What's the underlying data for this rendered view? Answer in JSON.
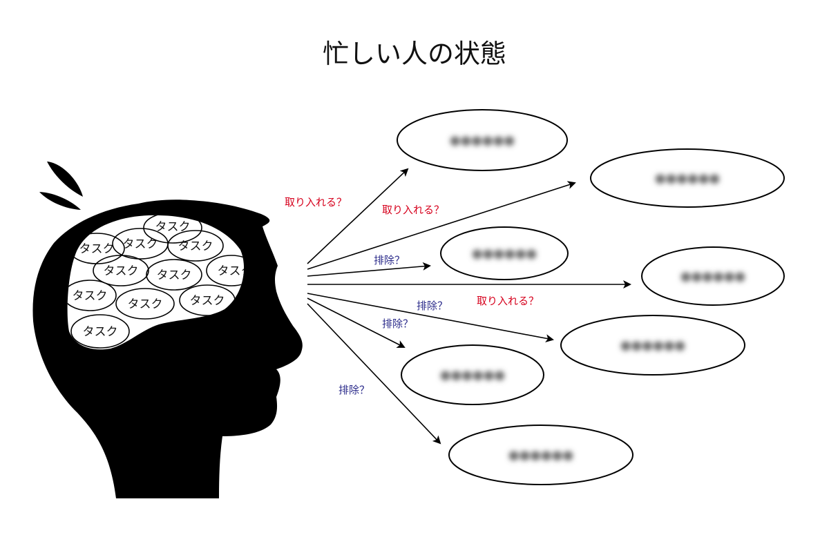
{
  "title": "忙しい人の状態",
  "brain": {
    "task_label": "タスク"
  },
  "arrows": {
    "take_in": "取り入れる？",
    "exclude": "排除？"
  },
  "colors": {
    "take_in": "#d6001c",
    "exclude": "#2a2a8a"
  },
  "targets": {
    "blurred_text": "●●●●●●"
  }
}
